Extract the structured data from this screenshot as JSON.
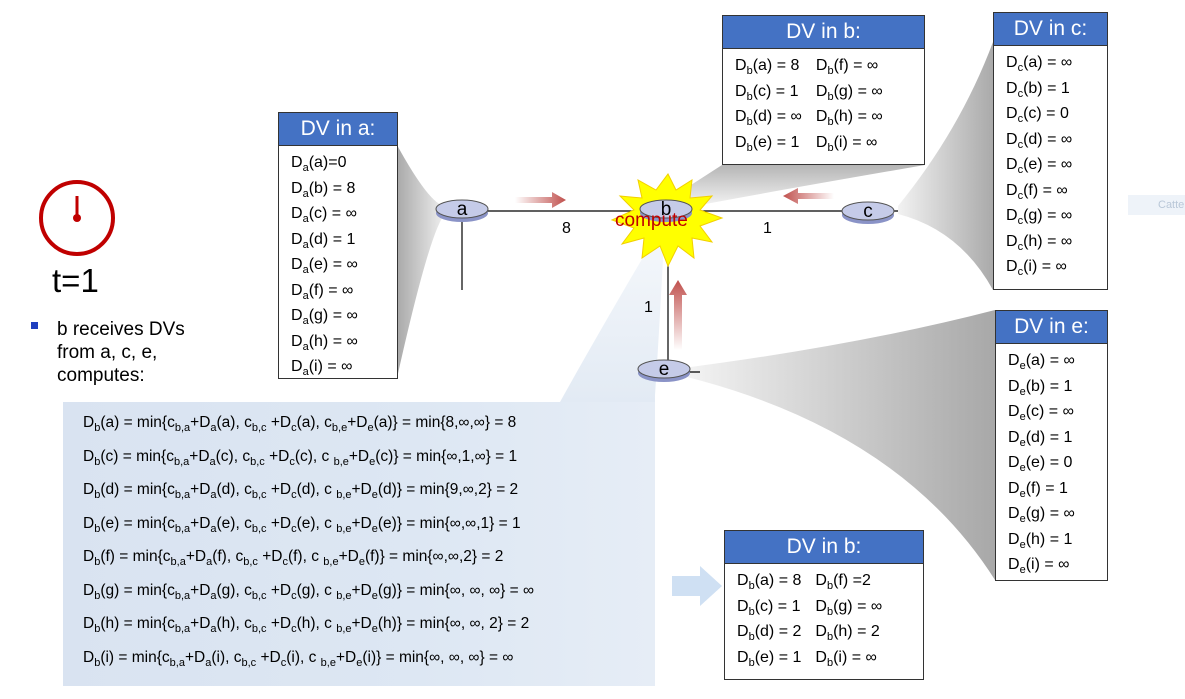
{
  "time_label": "t=1",
  "bullet_text": [
    "b receives DVs",
    "from a, c, e,",
    "computes:"
  ],
  "side_watermark": "Catte",
  "compute_label": "compute",
  "routers": {
    "a": "a",
    "b": "b",
    "c": "c",
    "e": "e"
  },
  "edge_costs": {
    "ab": "8",
    "bc": "1",
    "be": "1"
  },
  "dv_a": {
    "title": "DV in a:",
    "rows": [
      {
        "fn": "D",
        "sub": "a",
        "rest": "(a)=0"
      },
      {
        "fn": "D",
        "sub": "a",
        "rest": "(b) = 8"
      },
      {
        "fn": "D",
        "sub": "a",
        "rest": "(c) = ∞"
      },
      {
        "fn": "D",
        "sub": "a",
        "rest": "(d) = 1"
      },
      {
        "fn": "D",
        "sub": "a",
        "rest": "(e) = ∞"
      },
      {
        "fn": "D",
        "sub": "a",
        "rest": "(f) = ∞"
      },
      {
        "fn": "D",
        "sub": "a",
        "rest": "(g) = ∞"
      },
      {
        "fn": "D",
        "sub": "a",
        "rest": "(h) = ∞"
      },
      {
        "fn": "D",
        "sub": "a",
        "rest": "(i) = ∞"
      }
    ]
  },
  "dv_b_old": {
    "title": "DV in b:",
    "col1": [
      {
        "fn": "D",
        "sub": "b",
        "rest": "(a) = 8"
      },
      {
        "fn": "D",
        "sub": "b",
        "rest": "(c) = 1"
      },
      {
        "fn": "D",
        "sub": "b",
        "rest": "(d) = ∞"
      },
      {
        "fn": "D",
        "sub": "b",
        "rest": "(e) = 1"
      }
    ],
    "col2": [
      {
        "fn": "D",
        "sub": "b",
        "rest": "(f) = ∞"
      },
      {
        "fn": "D",
        "sub": "b",
        "rest": "(g) = ∞"
      },
      {
        "fn": "D",
        "sub": "b",
        "rest": "(h) = ∞"
      },
      {
        "fn": "D",
        "sub": "b",
        "rest": "(i) = ∞"
      }
    ]
  },
  "dv_c": {
    "title": "DV in c:",
    "rows": [
      {
        "fn": "D",
        "sub": "c",
        "rest": "(a) = ∞"
      },
      {
        "fn": "D",
        "sub": "c",
        "rest": "(b) = 1"
      },
      {
        "fn": "D",
        "sub": "c",
        "rest": "(c) = 0"
      },
      {
        "fn": "D",
        "sub": "c",
        "rest": "(d) = ∞"
      },
      {
        "fn": "D",
        "sub": "c",
        "rest": "(e) = ∞"
      },
      {
        "fn": "D",
        "sub": "c",
        "rest": "(f) = ∞"
      },
      {
        "fn": "D",
        "sub": "c",
        "rest": "(g) = ∞"
      },
      {
        "fn": "D",
        "sub": "c",
        "rest": "(h) = ∞"
      },
      {
        "fn": "D",
        "sub": "c",
        "rest": "(i) = ∞"
      }
    ]
  },
  "dv_e": {
    "title": "DV in e:",
    "rows": [
      {
        "fn": "D",
        "sub": "e",
        "rest": "(a) = ∞"
      },
      {
        "fn": "D",
        "sub": "e",
        "rest": "(b) = 1"
      },
      {
        "fn": "D",
        "sub": "e",
        "rest": "(c) = ∞"
      },
      {
        "fn": "D",
        "sub": "e",
        "rest": "(d) = 1"
      },
      {
        "fn": "D",
        "sub": "e",
        "rest": "(e) = 0"
      },
      {
        "fn": "D",
        "sub": "e",
        "rest": "(f) = 1"
      },
      {
        "fn": "D",
        "sub": "e",
        "rest": "(g) = ∞"
      },
      {
        "fn": "D",
        "sub": "e",
        "rest": "(h) = 1"
      },
      {
        "fn": "D",
        "sub": "e",
        "rest": "(i) = ∞"
      }
    ]
  },
  "dv_b_new": {
    "title": "DV in b:",
    "col1": [
      {
        "fn": "D",
        "sub": "b",
        "rest": "(a) = 8"
      },
      {
        "fn": "D",
        "sub": "b",
        "rest": "(c) = 1"
      },
      {
        "fn": "D",
        "sub": "b",
        "rest": "(d) = 2"
      },
      {
        "fn": "D",
        "sub": "b",
        "rest": "(e) = 1"
      }
    ],
    "col2": [
      {
        "fn": "D",
        "sub": "b",
        "rest": "(f) =2"
      },
      {
        "fn": "D",
        "sub": "b",
        "rest": "(g) = ∞"
      },
      {
        "fn": "D",
        "sub": "b",
        "rest": "(h) = 2"
      },
      {
        "fn": "D",
        "sub": "b",
        "rest": "(i) = ∞"
      }
    ]
  },
  "equations": [
    {
      "dest": "a",
      "ca": "c",
      "cc": "c",
      "ce": "c",
      "result": "= min{8,∞,∞} = 8"
    },
    {
      "dest": "c",
      "ca": "c",
      "cc": "c",
      "ce": "c ",
      "result": "= min{∞,1,∞} = 1"
    },
    {
      "dest": "d",
      "ca": "c",
      "cc": "c",
      "ce": "c ",
      "result": "= min{9,∞,2} = 2"
    },
    {
      "dest": "e",
      "ca": "c",
      "cc": "c",
      "ce": "c ",
      "result": "= min{∞,∞,1} = 1"
    },
    {
      "dest": "f",
      "ca": "c",
      "cc": "c",
      "ce": "c ",
      "result": "= min{∞,∞,2} = 2"
    },
    {
      "dest": "g",
      "ca": "c",
      "cc": "c",
      "ce": "c ",
      "result": "= min{∞, ∞, ∞} = ∞"
    },
    {
      "dest": "h",
      "ca": "c",
      "cc": "c",
      "ce": "c ",
      "result": "= min{∞, ∞, 2} = 2"
    },
    {
      "dest": "i",
      "ca": "c",
      "cc": "c",
      "ce": "c ",
      "result": "= min{∞, ∞, ∞} = ∞"
    }
  ],
  "colors": {
    "header_blue": "#4472c4",
    "clock_red": "#c00000",
    "arrow_red": "#c0504d",
    "router_fill": "#c5cbe8",
    "burst_yellow": "#ffff00",
    "compute_red": "#c00000",
    "panel_blue": "#dbe5f1",
    "bullet_blue": "#1f3fbf"
  }
}
